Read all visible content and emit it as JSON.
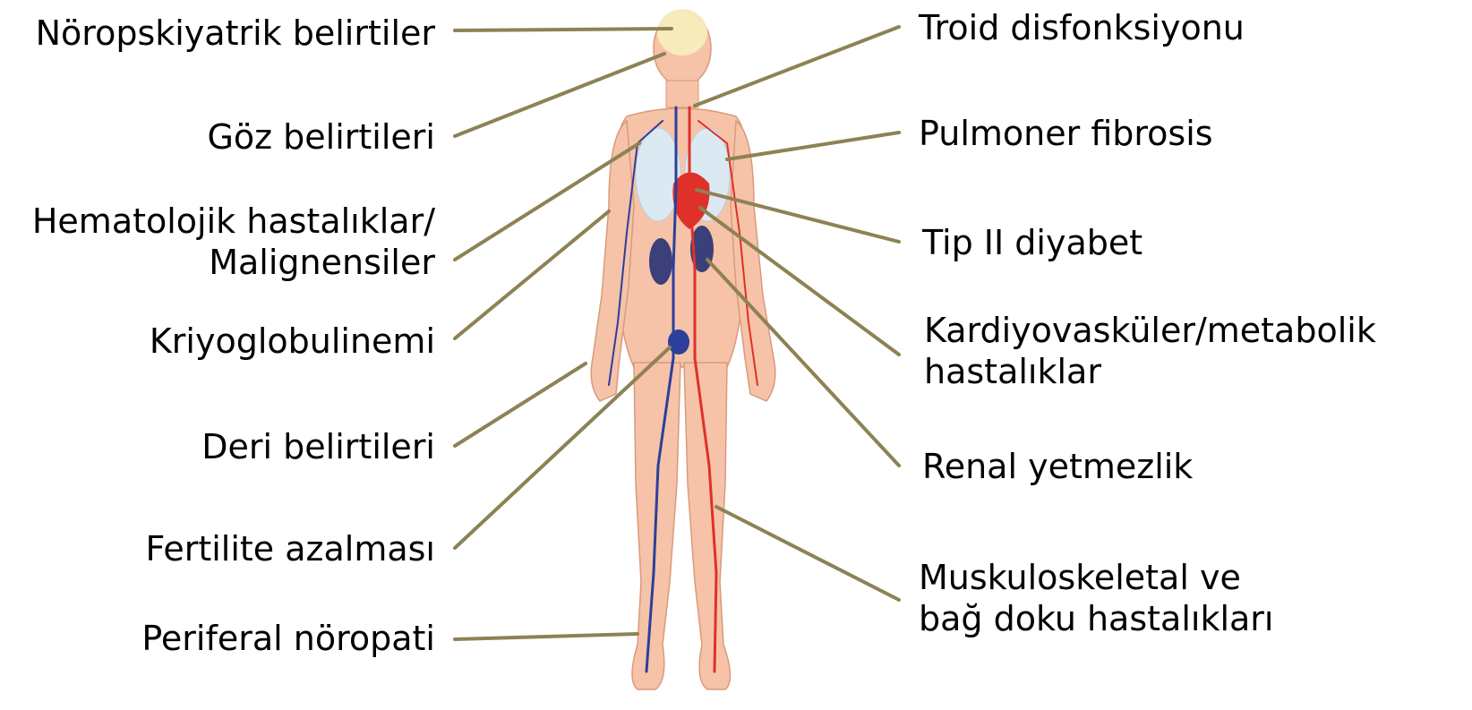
{
  "labels_left": [
    {
      "id": "noropskiyatrik",
      "text": "Nöropskiyatrik belirtiler"
    },
    {
      "id": "goz",
      "text": "Göz belirtileri"
    },
    {
      "id": "hematolojik",
      "lines": [
        "Hematolojik hastalıklar/",
        "Malignensiler"
      ]
    },
    {
      "id": "kriyoglobulinemi",
      "text": "Kriyoglobulinemi"
    },
    {
      "id": "deri",
      "text": "Deri  belirtileri"
    },
    {
      "id": "fertilite",
      "text": "Fertilite azalması"
    },
    {
      "id": "periferal",
      "text": "Periferal nöropati"
    }
  ],
  "labels_right": [
    {
      "id": "troid",
      "text": "Troid disfonksiyonu"
    },
    {
      "id": "pulmoner",
      "text": "Pulmoner fibrosis"
    },
    {
      "id": "diyabet",
      "text": "Tip II diyabet"
    },
    {
      "id": "kardiyovaskuler",
      "lines": [
        "Kardiyovasküler/metabolik",
        "hastalıklar"
      ]
    },
    {
      "id": "renal",
      "text": "Renal yetmezlik"
    },
    {
      "id": "muskuloskeletal",
      "lines": [
        "Muskuloskeletal ve",
        "bağ doku hastalıkları"
      ]
    }
  ],
  "colors": {
    "skin": "#f6c3a8",
    "skin_outline": "#d89a7d",
    "artery": "#e0302a",
    "vein": "#2c3f9b",
    "lung": "#dbe9f3",
    "kidney": "#3b3f7a",
    "leader_line": "#8d8253",
    "head_glow": "#f7eebd"
  }
}
